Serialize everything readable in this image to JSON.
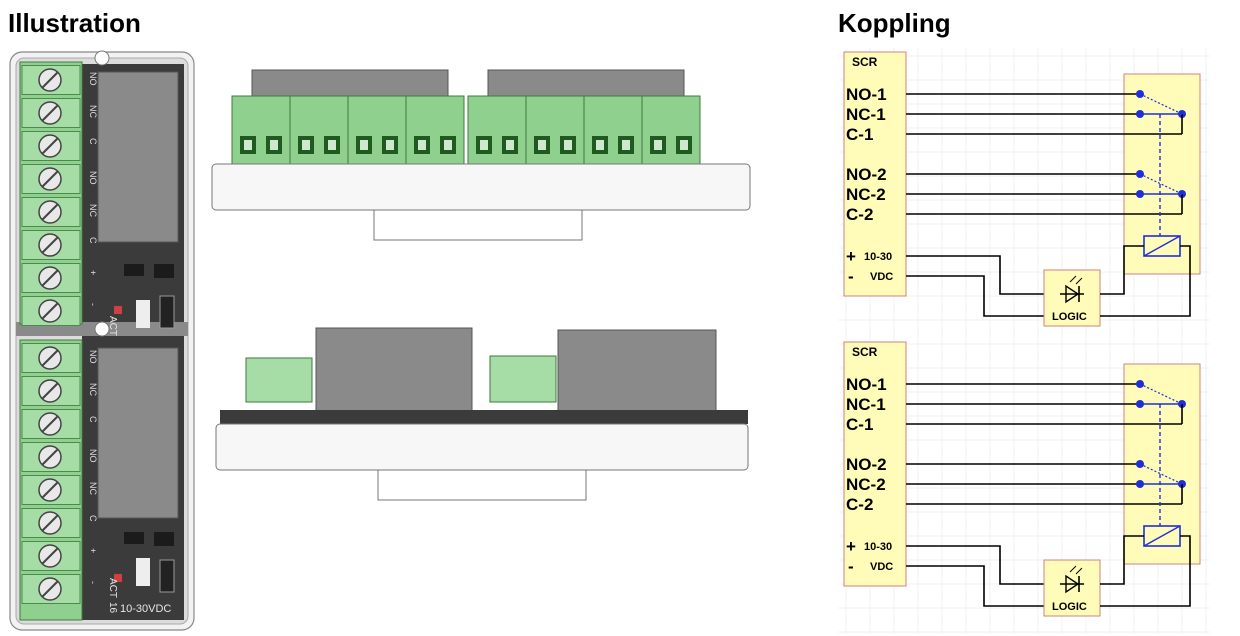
{
  "headings": {
    "illustration": "Illustration",
    "koppling": "Koppling"
  },
  "device": {
    "top_terminal_labels": [
      "NO",
      "NC",
      "C",
      "NO",
      "NC",
      "C",
      "+",
      "-"
    ],
    "bottom_terminal_labels": [
      "NO",
      "NC",
      "C",
      "NO",
      "NC",
      "C",
      "+",
      "-"
    ],
    "act_label": "ACT",
    "voltage_label": "10-30VDC",
    "channel_bottom": "16"
  },
  "circuits": [
    {
      "scr_label": "SCR",
      "terminals": [
        "NO-1",
        "NC-1",
        "C-1",
        "NO-2",
        "NC-2",
        "C-2"
      ],
      "plus_sign": "+",
      "plus_label": "10-30",
      "minus_sign": "-",
      "minus_label": "VDC",
      "logic_label": "LOGIC"
    },
    {
      "scr_label": "SCR",
      "terminals": [
        "NO-1",
        "NC-1",
        "C-1",
        "NO-2",
        "NC-2",
        "C-2"
      ],
      "plus_sign": "+",
      "plus_label": "10-30",
      "minus_sign": "-",
      "minus_label": "VDC",
      "logic_label": "LOGIC"
    }
  ],
  "colors": {
    "terminal_green": "#8fd08f",
    "relay_grey": "#8a8a8a",
    "pcb_dark": "#3a3a3a",
    "panel_yellow": "#fffbb8",
    "panel_border": "#d08080",
    "contact_blue": "#1f2fd6"
  }
}
